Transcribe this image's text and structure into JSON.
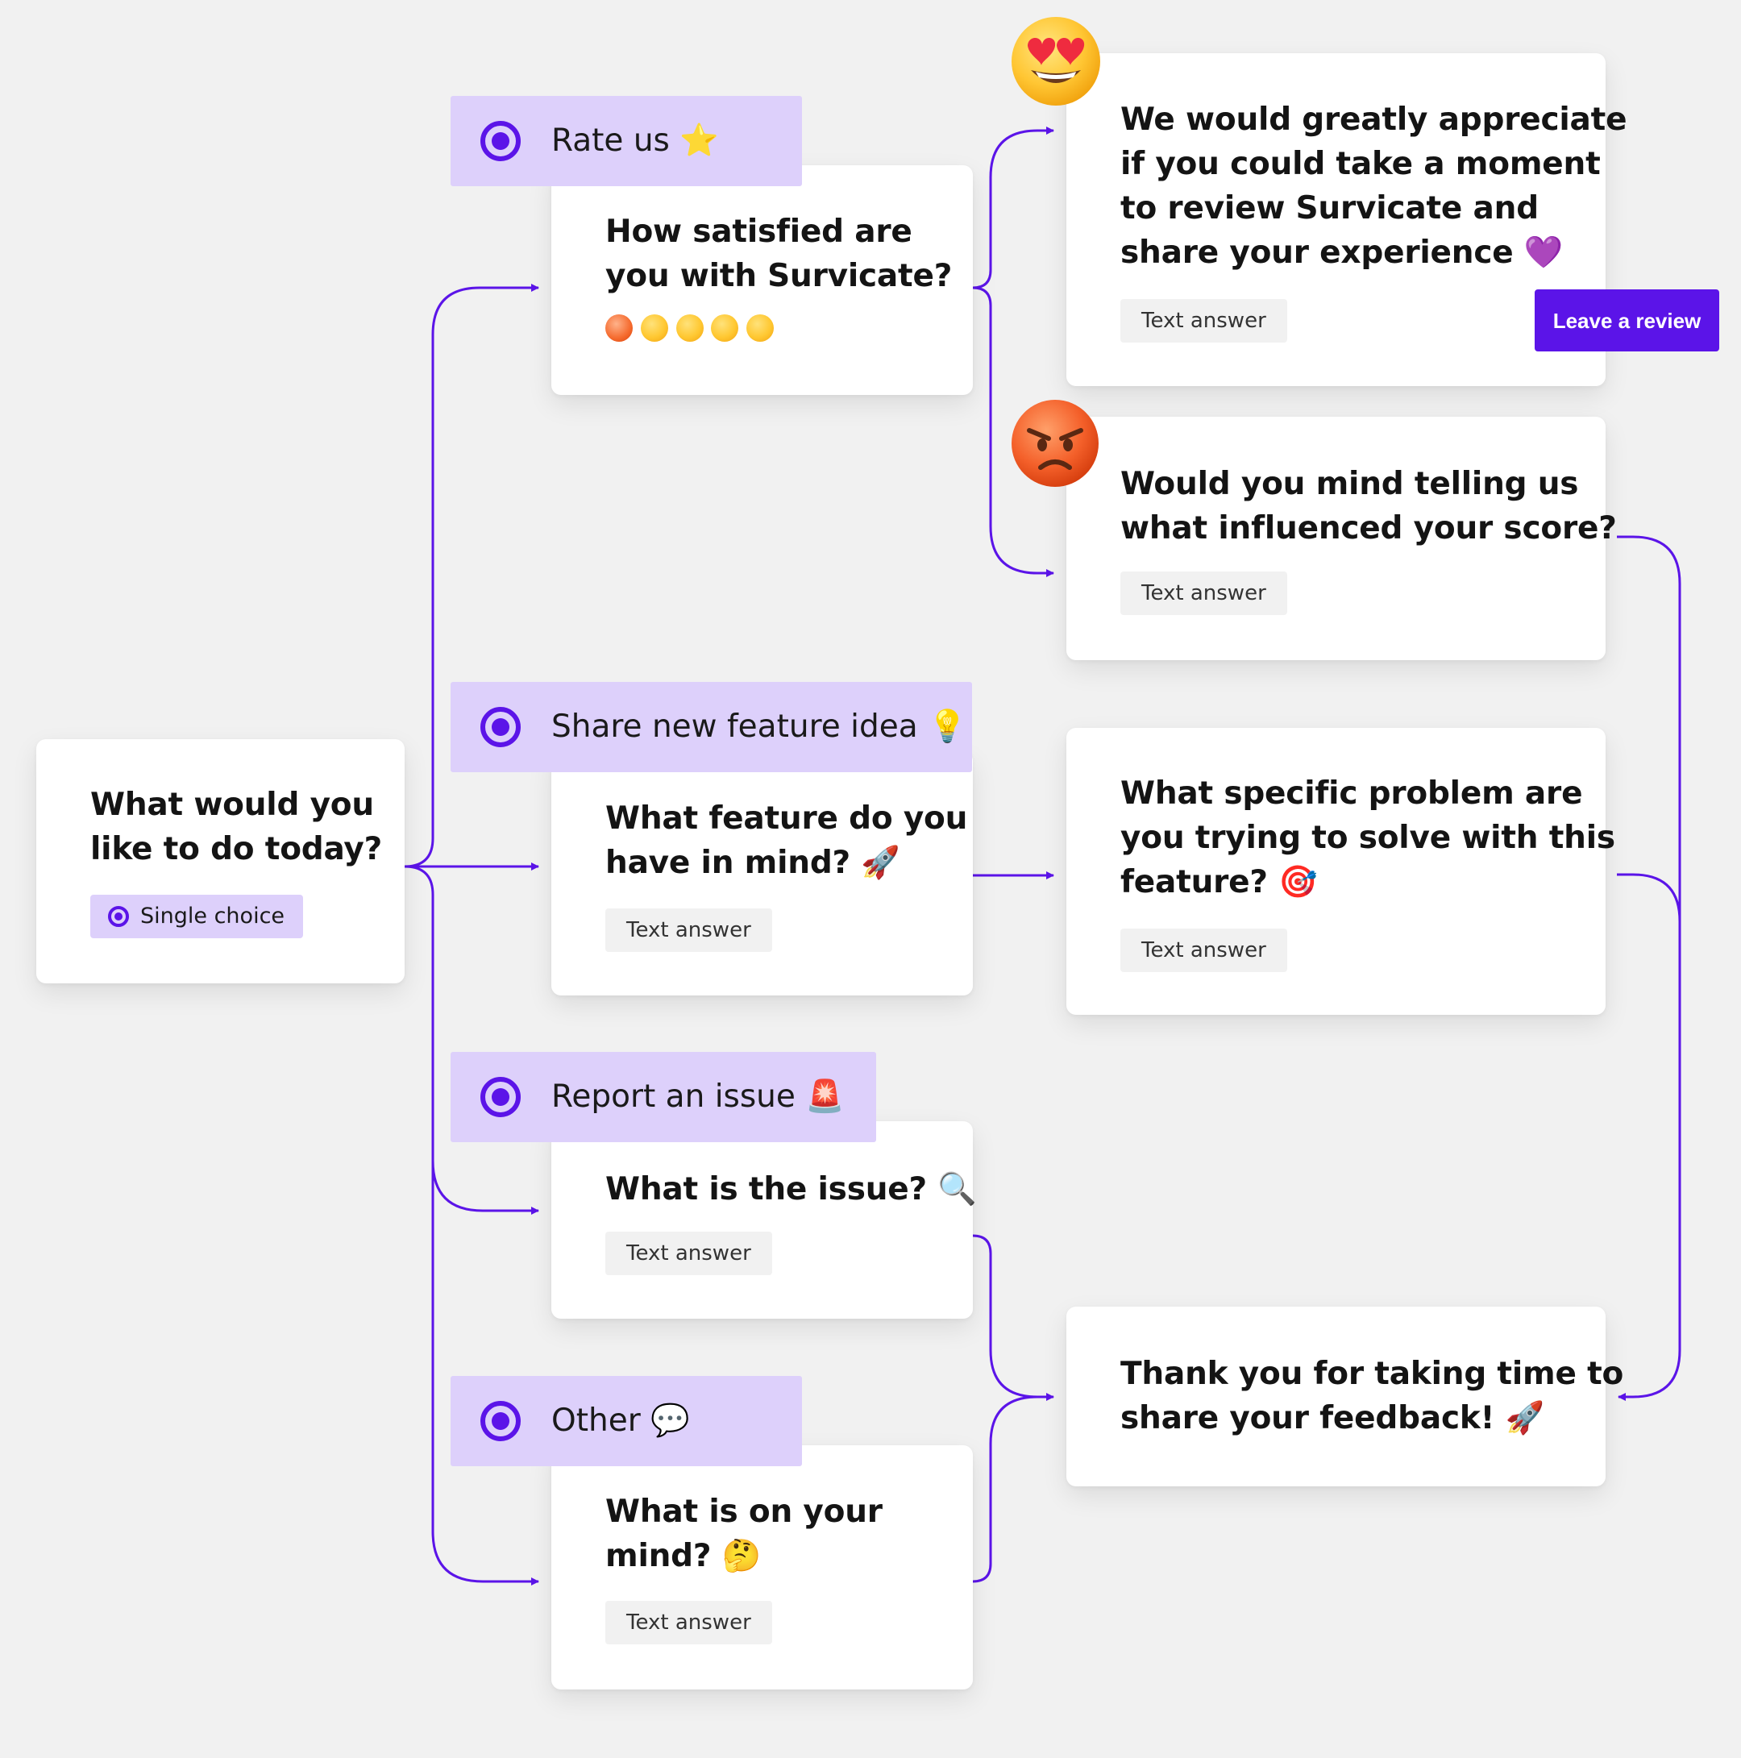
{
  "start": {
    "question": [
      "What would you",
      "like to do today?"
    ],
    "badge": "Single choice"
  },
  "choices": [
    {
      "label": "Rate us ⭐"
    },
    {
      "label": "Share new feature idea 💡"
    },
    {
      "label": "Report an issue 🚨"
    },
    {
      "label": "Other 💬"
    }
  ],
  "questions": {
    "rate": {
      "lines": [
        "How satisfied are",
        "you with Survicate?"
      ],
      "rating_icons": [
        "angry-face-icon",
        "frowning-face-icon",
        "neutral-face-icon",
        "slightly-smiling-face-icon",
        "heart-eyes-face-icon"
      ]
    },
    "feature": {
      "lines": [
        "What feature do you",
        "have in mind? 🚀"
      ],
      "answer": "Text answer"
    },
    "issue": {
      "lines": [
        "What is the issue? 🔍"
      ],
      "answer": "Text answer"
    },
    "other": {
      "lines": [
        "What is on your",
        "mind? 🤔"
      ],
      "answer": "Text answer"
    },
    "review": {
      "lines": [
        "We would greatly appreciate",
        "if you could take a moment",
        "to review Survicate and",
        "share your experience 💜"
      ],
      "answer": "Text answer",
      "button": "Leave a review"
    },
    "score": {
      "lines": [
        "Would you mind telling us",
        "what influenced your score?"
      ],
      "answer": "Text answer"
    },
    "problem": {
      "lines": [
        "What specific problem are",
        "you trying to solve with this",
        "feature? 🎯"
      ],
      "answer": "Text answer"
    },
    "thanks": {
      "lines": [
        "Thank you for taking time to",
        "share your feedback! 🚀"
      ]
    }
  },
  "colors": {
    "accent": "#5b14e8",
    "choice_bg": "#ddd0fb",
    "canvas_bg": "#f1f1f1",
    "card_bg": "#ffffff"
  }
}
